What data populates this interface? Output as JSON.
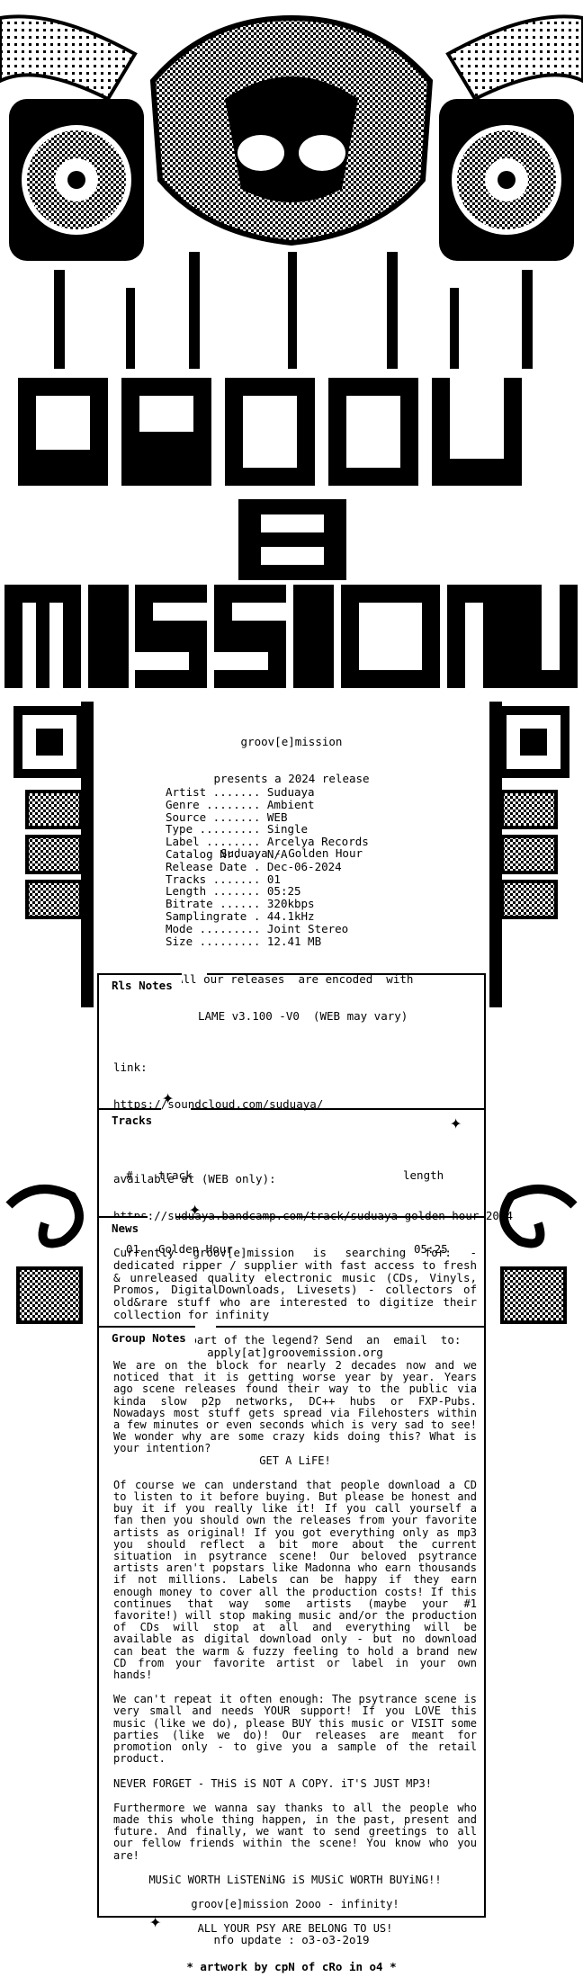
{
  "header": {
    "line1": "groov[e]mission",
    "line2": "presents a 2024 release",
    "release_title": "Suduaya - Golden Hour"
  },
  "info": [
    {
      "label": "Artist .......",
      "value": "Suduaya"
    },
    {
      "label": "Genre ........",
      "value": "Ambient"
    },
    {
      "label": "Source .......",
      "value": "WEB"
    },
    {
      "label": "Type .........",
      "value": "Single"
    },
    {
      "label": "Label ........",
      "value": "Arcelya Records"
    },
    {
      "label": "Catalog Nr. ..",
      "value": "N/A"
    },
    {
      "label": "Release Date .",
      "value": "Dec-06-2024"
    },
    {
      "label": "Tracks .......",
      "value": "01"
    },
    {
      "label": "Length .......",
      "value": "05:25"
    },
    {
      "label": "Bitrate ......",
      "value": "320kbps"
    },
    {
      "label": "Samplingrate .",
      "value": "44.1kHz"
    },
    {
      "label": "Mode .........",
      "value": "Joint Stereo"
    },
    {
      "label": "Size .........",
      "value": "12.41 MB"
    }
  ],
  "encoding_note_1": "All our releases  are encoded  with",
  "encoding_note_2": "LAME v3.100 -V0  (WEB may vary)",
  "rls_notes": {
    "tab": "Rls Notes",
    "link_label": "link:",
    "link_url": "https://soundcloud.com/suduaya/",
    "available_label": "available at (WEB only):",
    "available_url": "https://suduaya.bandcamp.com/track/suduaya-golden-hour-2024"
  },
  "tracks": {
    "tab": "Tracks",
    "col_num": "#",
    "col_track": "track",
    "col_length": "length",
    "rows": [
      {
        "num": "01",
        "title": "Golden Hour",
        "length": "05:25"
      }
    ]
  },
  "news": {
    "tab": "News",
    "para1": "Currently  groov[e]mission  is  searching for: - dedicated  ripper / supplier  with fast access to  fresh & unreleased quality  electronic  music (CDs, Vinyls, Promos, DigitalDownloads, Livesets) - collectors of old&rare stuff who are interested to  digitize  their  collection  for  infinity",
    "para2_line1": "Wanna be part of the legend? Send  an  email  to:",
    "para2_line2": "apply[at]groovemission.org"
  },
  "group_notes": {
    "tab": "Group Notes",
    "para1": "We are on the block for nearly 2 decades now  and we noticed that it is getting worse year by year. Years ago scene releases found  their way  to the public via kinda slow p2p networks, DC++ hubs  or FXP-Pubs.  Nowadays  most stuff  gets spread  via Filehosters within a few minutes  or even seconds which is very sad to see!  We wonder why are some crazy kids  doing this?   What is your intention?",
    "para1_end": "GET A LiFE!",
    "para2": "Of course we can understand  that people download a CD to listen to it before buying. But please be honest and buy it  if you really like it!  If you call  yourself  a fan  then  you should  own  the releases from your favorite artists  as original! If  you  got  everything  only as mp3 you  should reflect  a bit more  about  the current situation in psytrance scene! Our beloved psytrance artists aren't  popstars like  Madonna who earn thousands if not millions. Labels can be happy if they earn enough  money to cover all the production  costs! If  this  continues that  way some artists (maybe your #1 favorite!) will stop making music  and/or the  production  of  CDs  will  stop  at  all and everything will be available  as digital download only - but no download  can beat the warm & fuzzy feeling to hold a brand new CD from your favorite artist    or    label    in    your    own    hands!",
    "para3": "We can't  repeat it  often enough:  The psytrance scene  is very small  and needs  YOUR support! If you LOVE this music (like we do), please BUY this music  or  VISIT some parties  (like we do)!  Our releases are meant  for promotion  only - to give you   a   sample   of   the   retail   product.",
    "para4": "NEVER FORGET - THiS iS NOT A COPY. iT'S JUST MP3!",
    "para5": "Furthermore we wanna say thanks to all the people who made this  whole thing  happen,  in the past, present and future.  And finally, we want to send  greetings  to  all our  fellow  friends  within  the  scene!   You   know   who   you   are!",
    "slogan": "MUSiC WORTH LiSTENiNG iS MUSiC WORTH BUYiNG!!",
    "infinity": "groov[e]mission  2ooo - infinity!",
    "psy": "ALL YOUR PSY ARE BELONG TO US!"
  },
  "footer": {
    "nfo_update": "nfo update : o3-o3-2o19",
    "artwork": "* artwork by cpN of cRo in o4 *"
  }
}
